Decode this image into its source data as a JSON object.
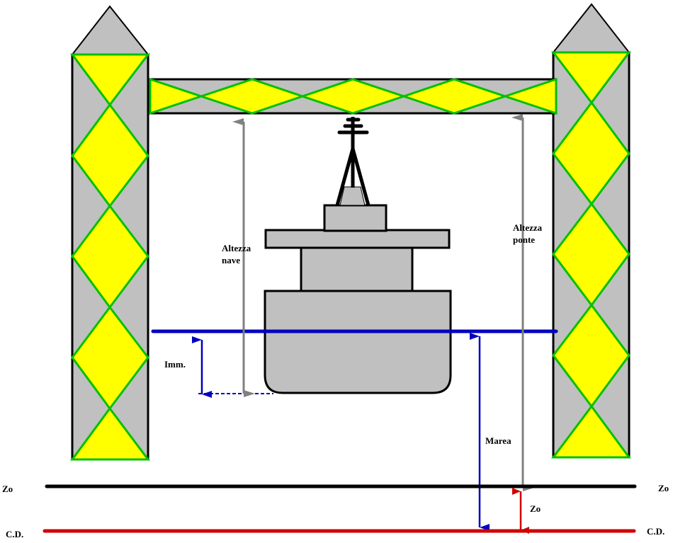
{
  "labels": {
    "ship_height": [
      "Altezza",
      "nave"
    ],
    "bridge_height": [
      "Altezza",
      "ponte"
    ],
    "draft": "Imm.",
    "tide": "Marea",
    "zo_left": "Zo",
    "zo_right": "Zo",
    "zo_arrow": "Zo",
    "cd_left": "C.D.",
    "cd_right": "C.D."
  },
  "colors": {
    "tower_fill": "#c0c0c0",
    "diamond_fill": "#ffff00",
    "diamond_stroke": "#00c000",
    "water_line": "#0000c0",
    "height_arrow": "#808080",
    "chart_datum": "#d00000",
    "zo_line": "#000000"
  }
}
